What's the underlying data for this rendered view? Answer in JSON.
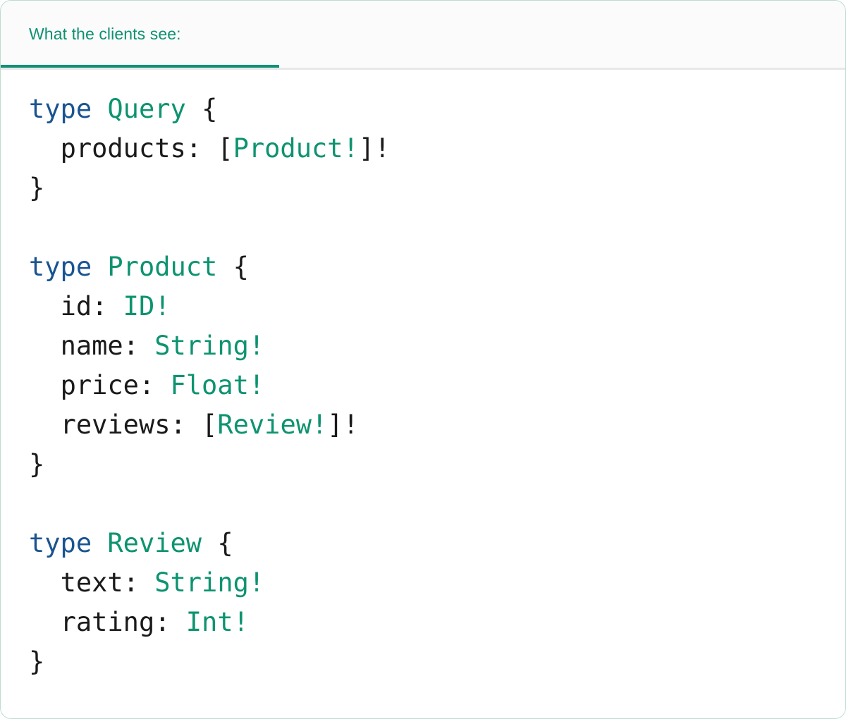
{
  "card": {
    "border_color": "#b9ddcd"
  },
  "tabs": {
    "active_index": 0,
    "items": [
      {
        "label": "What the clients see:"
      }
    ],
    "active_color": "#119277",
    "inactive_border_color": "#e8e8e8",
    "bar_background": "#fbfbfb"
  },
  "syntax": {
    "keyword_color": "#1a5490",
    "typename_color": "#0d9370",
    "punctuation_color": "#1a1a1a",
    "field_color": "#1a1a1a",
    "background": "#ffffff"
  },
  "code": {
    "language": "graphql",
    "raw": "type Query {\n  products: [Product!]!\n}\n\ntype Product {\n  id: ID!\n  name: String!\n  price: Float!\n  reviews: [Review!]!\n}\n\ntype Review {\n  text: String!\n  rating: Int!\n}",
    "lines": [
      {
        "tokens": [
          {
            "t": "type",
            "c": "keyword"
          },
          {
            "t": " ",
            "c": "plain"
          },
          {
            "t": "Query",
            "c": "typename"
          },
          {
            "t": " ",
            "c": "plain"
          },
          {
            "t": "{",
            "c": "punct"
          }
        ]
      },
      {
        "tokens": [
          {
            "t": "  ",
            "c": "plain"
          },
          {
            "t": "products:",
            "c": "field"
          },
          {
            "t": " ",
            "c": "plain"
          },
          {
            "t": "[",
            "c": "punct"
          },
          {
            "t": "Product!",
            "c": "type"
          },
          {
            "t": "]!",
            "c": "punct"
          }
        ]
      },
      {
        "tokens": [
          {
            "t": "}",
            "c": "punct"
          }
        ]
      },
      {
        "tokens": []
      },
      {
        "tokens": [
          {
            "t": "type",
            "c": "keyword"
          },
          {
            "t": " ",
            "c": "plain"
          },
          {
            "t": "Product",
            "c": "typename"
          },
          {
            "t": " ",
            "c": "plain"
          },
          {
            "t": "{",
            "c": "punct"
          }
        ]
      },
      {
        "tokens": [
          {
            "t": "  ",
            "c": "plain"
          },
          {
            "t": "id:",
            "c": "field"
          },
          {
            "t": " ",
            "c": "plain"
          },
          {
            "t": "ID!",
            "c": "type"
          }
        ]
      },
      {
        "tokens": [
          {
            "t": "  ",
            "c": "plain"
          },
          {
            "t": "name:",
            "c": "field"
          },
          {
            "t": " ",
            "c": "plain"
          },
          {
            "t": "String!",
            "c": "type"
          }
        ]
      },
      {
        "tokens": [
          {
            "t": "  ",
            "c": "plain"
          },
          {
            "t": "price:",
            "c": "field"
          },
          {
            "t": " ",
            "c": "plain"
          },
          {
            "t": "Float!",
            "c": "type"
          }
        ]
      },
      {
        "tokens": [
          {
            "t": "  ",
            "c": "plain"
          },
          {
            "t": "reviews:",
            "c": "field"
          },
          {
            "t": " ",
            "c": "plain"
          },
          {
            "t": "[",
            "c": "punct"
          },
          {
            "t": "Review!",
            "c": "type"
          },
          {
            "t": "]!",
            "c": "punct"
          }
        ]
      },
      {
        "tokens": [
          {
            "t": "}",
            "c": "punct"
          }
        ]
      },
      {
        "tokens": []
      },
      {
        "tokens": [
          {
            "t": "type",
            "c": "keyword"
          },
          {
            "t": " ",
            "c": "plain"
          },
          {
            "t": "Review",
            "c": "typename"
          },
          {
            "t": " ",
            "c": "plain"
          },
          {
            "t": "{",
            "c": "punct"
          }
        ]
      },
      {
        "tokens": [
          {
            "t": "  ",
            "c": "plain"
          },
          {
            "t": "text:",
            "c": "field"
          },
          {
            "t": " ",
            "c": "plain"
          },
          {
            "t": "String!",
            "c": "type"
          }
        ]
      },
      {
        "tokens": [
          {
            "t": "  ",
            "c": "plain"
          },
          {
            "t": "rating:",
            "c": "field"
          },
          {
            "t": " ",
            "c": "plain"
          },
          {
            "t": "Int!",
            "c": "type"
          }
        ]
      },
      {
        "tokens": [
          {
            "t": "}",
            "c": "punct"
          }
        ]
      }
    ]
  }
}
